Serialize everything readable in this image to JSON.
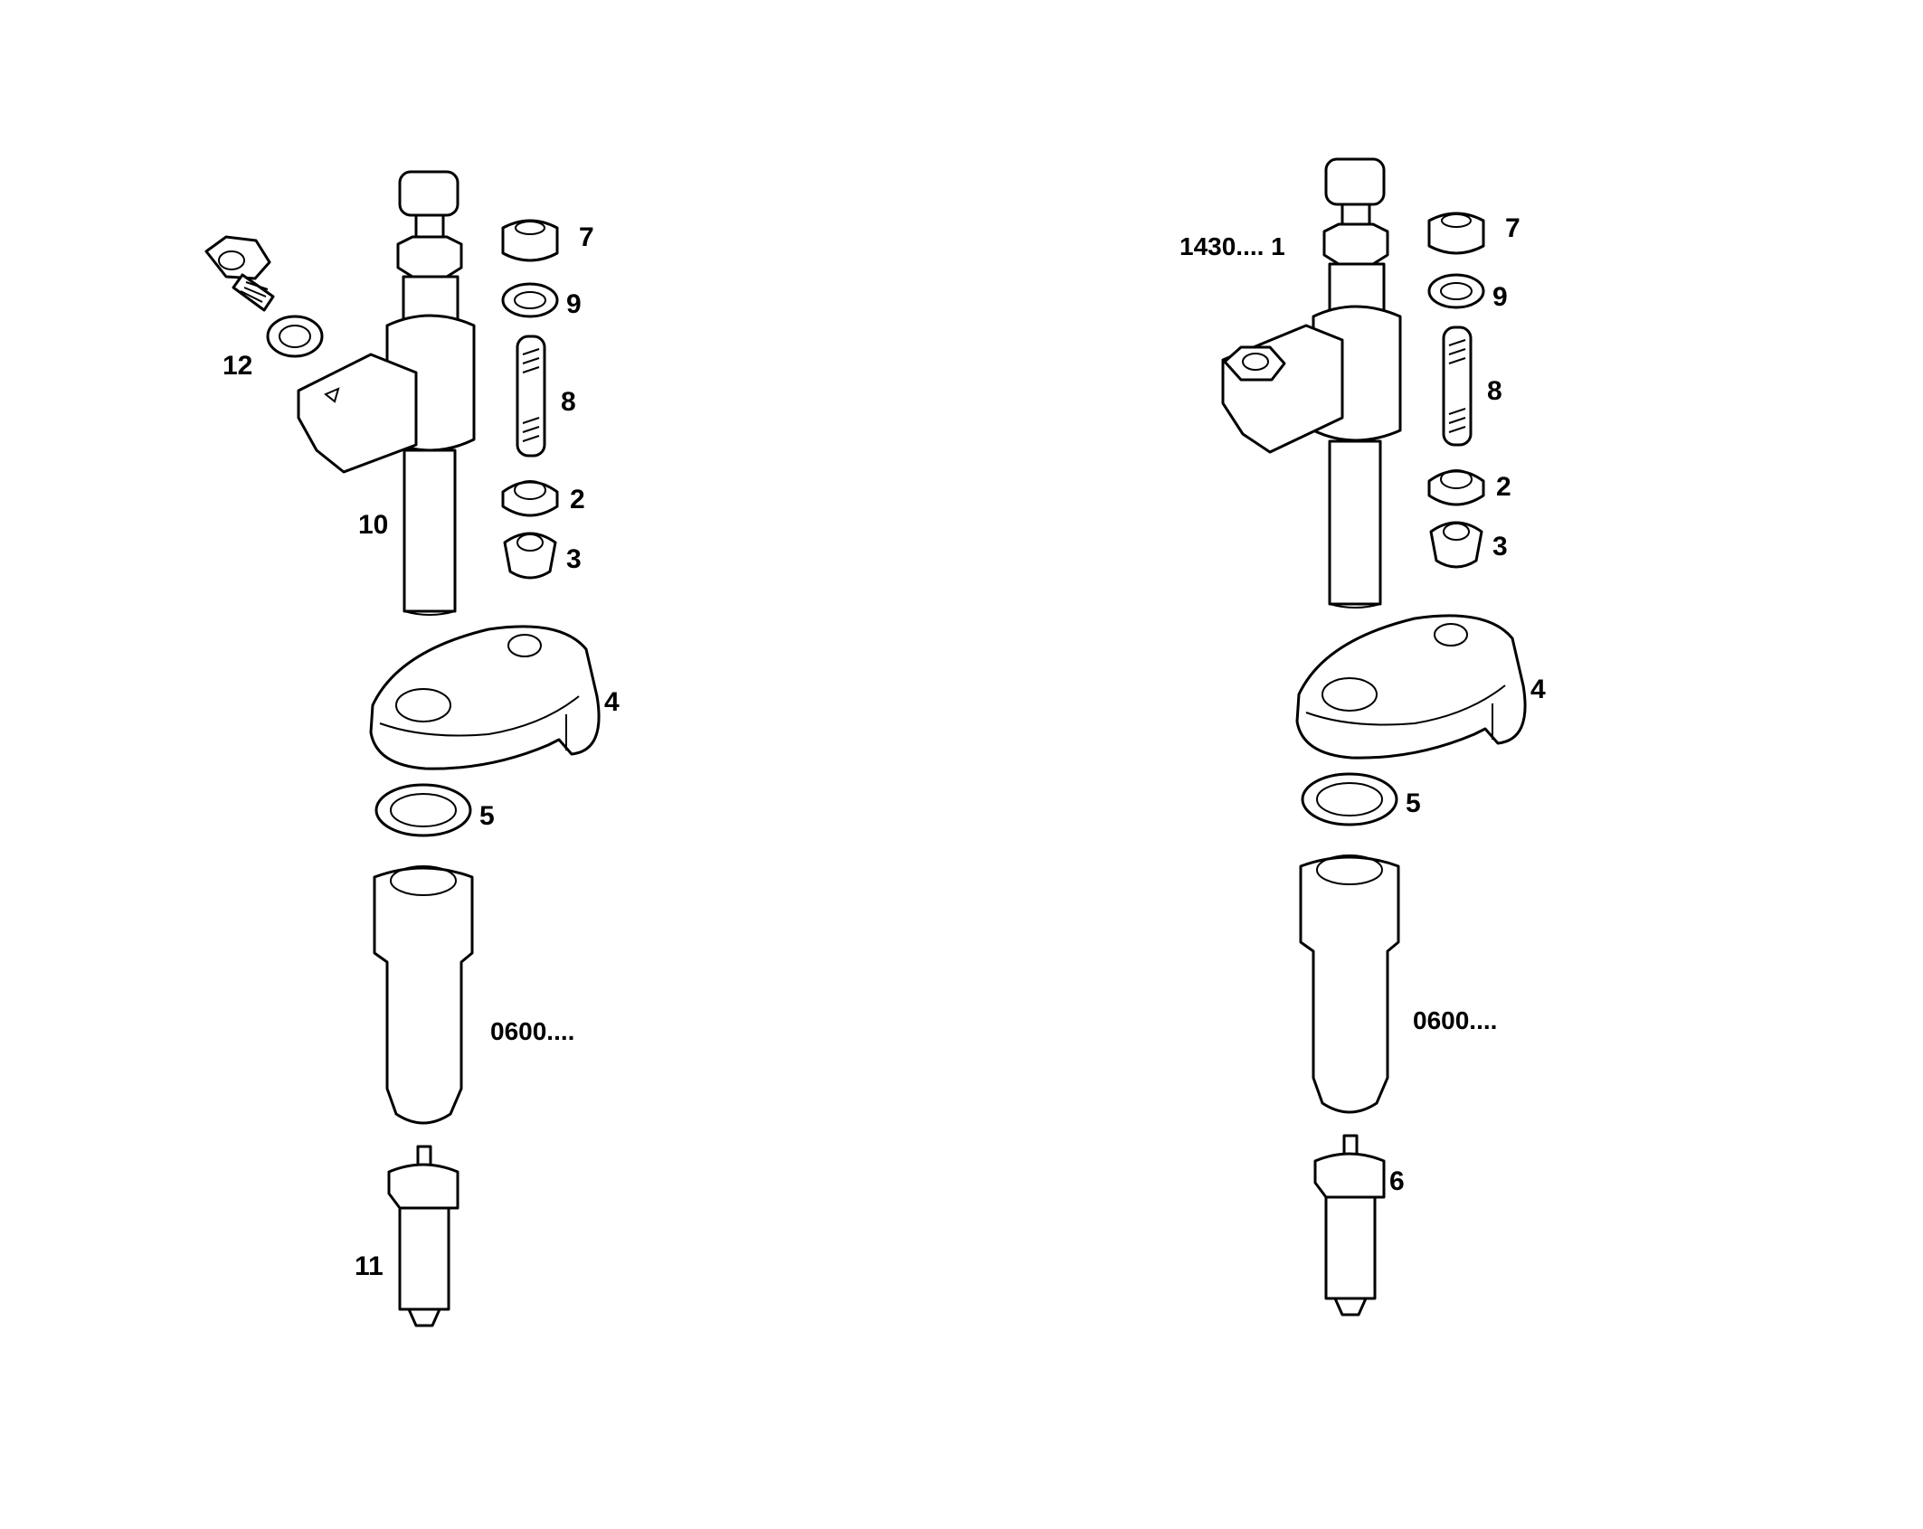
{
  "left_assembly": {
    "labels": {
      "n7": "7",
      "n9": "9",
      "n12": "12",
      "n8": "8",
      "n10": "10",
      "n2": "2",
      "n3": "3",
      "n4": "4",
      "n5": "5",
      "n0600": "0600....",
      "n11": "11"
    }
  },
  "right_assembly": {
    "labels": {
      "n7": "7",
      "n1430": "1430.... 1",
      "n9": "9",
      "n8": "8",
      "n2": "2",
      "n3": "3",
      "n4": "4",
      "n5": "5",
      "n0600": "0600....",
      "n6": "6"
    }
  }
}
